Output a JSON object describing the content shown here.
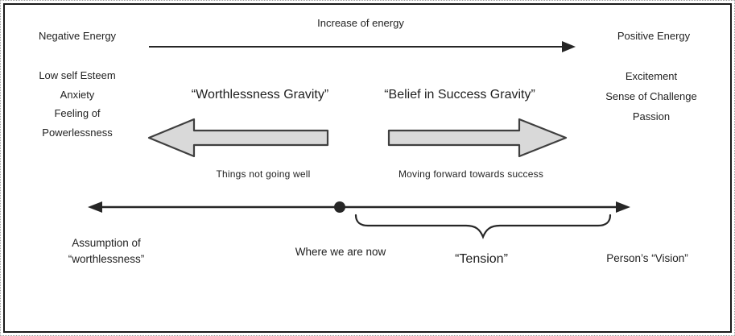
{
  "colors": {
    "border": "#1a1a1a",
    "line": "#262626",
    "text": "#1f1f1f",
    "arrow_fill": "#d9d9d9",
    "arrow_stroke": "#3f3f3f"
  },
  "header": {
    "negative_energy": "Negative Energy",
    "increase_of_energy": "Increase of energy",
    "positive_energy": "Positive Energy"
  },
  "left_column": {
    "lines": [
      "Low self Esteem",
      "Anxiety",
      "Feeling of",
      "Powerlessness"
    ]
  },
  "right_column": {
    "lines": [
      "Excitement",
      "Sense of Challenge",
      "Passion"
    ]
  },
  "gravity": {
    "worthlessness_title": "“Worthlessness Gravity”",
    "belief_title": "“Belief in Success Gravity”",
    "worthlessness_caption": "Things not going well",
    "belief_caption": "Moving forward towards success"
  },
  "timeline": {
    "assumption_line1": "Assumption of",
    "assumption_line2": "“worthlessness”",
    "where_we_are": "Where we are now",
    "tension": "“Tension”",
    "vision": "Person’s “Vision”"
  }
}
